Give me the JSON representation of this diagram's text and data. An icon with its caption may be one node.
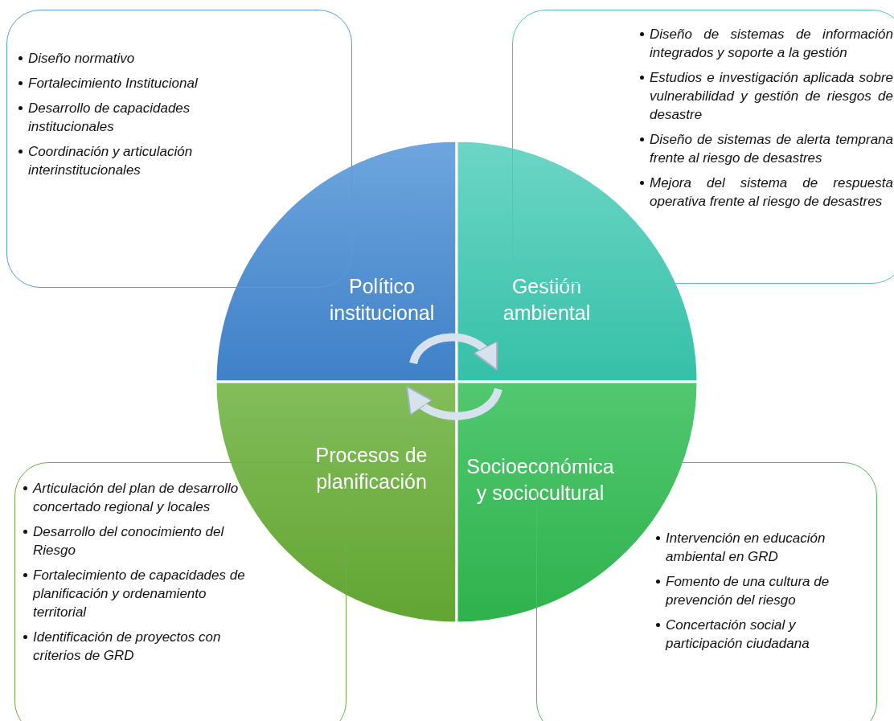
{
  "diagram": {
    "nodes": [
      {
        "text": [
          "Diseño normativo",
          "Fortalecimiento Institucional",
          "Desarrollo de capacidades institucionales",
          "Coordinación y articulación interinstitucionales"
        ]
      },
      {
        "text": [
          "Diseño de sistemas de información integrados y soporte a la gestión",
          "Estudios e investigación aplicada sobre vulnerabilidad y gestión de riesgos de desastre",
          "Diseño de sistemas de alerta temprana frente al riesgo de desastres",
          "Mejora del sistema de respuesta operativa frente al riesgo de desastres"
        ]
      },
      {
        "text": [
          "Político institucional"
        ]
      },
      {
        "text": [
          "Gestión ambiental"
        ]
      },
      {
        "text": [
          "Procesos de planificación"
        ]
      },
      {
        "text": [
          "Socioeconómica y sociocultural"
        ]
      },
      {
        "text": [
          "Articulación del plan de desarrollo concertado regional y locales",
          "Desarrollo del conocimiento del Riesgo",
          "Fortalecimiento de capacidades de planificación y ordenamiento territorial",
          "Identificación de proyectos con criterios de GRD"
        ]
      },
      {
        "text": [
          "Intervención en educación ambiental en GRD",
          "Fomento de una cultura de prevención del riesgo",
          "Concertación social y participación ciudadana"
        ]
      }
    ],
    "edges": [
      {
        "from": 2,
        "to": 3,
        "arrow": "to"
      },
      {
        "from": 5,
        "to": 4,
        "arrow": "to"
      }
    ]
  }
}
